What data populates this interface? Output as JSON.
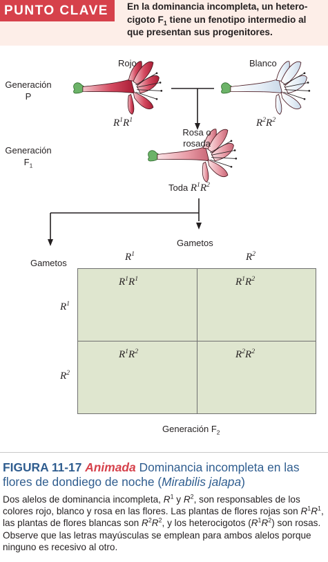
{
  "key_point": {
    "badge": "PUNTO CLAVE",
    "text_a": "En la dominancia incompleta, un hetero-",
    "text_b": "cigoto F",
    "text_b_sub": "1",
    "text_c": " tiene un fenotipo intermedio al",
    "text_d": "que presentan sus progenitores."
  },
  "generation_p": {
    "label": "Generación",
    "sub": "P"
  },
  "generation_f1": {
    "label": "Generación",
    "sub_base": "F",
    "sub_num": "1"
  },
  "parent_red": {
    "color_label": "Rojo",
    "geno_a": "R",
    "sup_a": "1",
    "geno_b": "R",
    "sup_b": "1"
  },
  "parent_white": {
    "color_label": "Blanco",
    "geno_a": "R",
    "sup_a": "2",
    "geno_b": "R",
    "sup_b": "2"
  },
  "f1_plant": {
    "label_line1": "Rosa o",
    "label_line2": "rosada"
  },
  "all_label": {
    "prefix": "Toda ",
    "geno_a": "R",
    "sup_a": "1",
    "geno_b": "R",
    "sup_b": "2"
  },
  "gametes_top": "Gametos",
  "gametes_left": "Gametos",
  "punnett": {
    "col_headers": [
      {
        "g": "R",
        "s": "1"
      },
      {
        "g": "R",
        "s": "2"
      }
    ],
    "row_headers": [
      {
        "g": "R",
        "s": "1"
      },
      {
        "g": "R",
        "s": "2"
      }
    ],
    "cells": [
      {
        "a": "R",
        "as": "1",
        "b": "R",
        "bs": "1"
      },
      {
        "a": "R",
        "as": "1",
        "b": "R",
        "bs": "2"
      },
      {
        "a": "R",
        "as": "1",
        "b": "R",
        "bs": "2"
      },
      {
        "a": "R",
        "as": "2",
        "b": "R",
        "bs": "2"
      }
    ]
  },
  "generation_f2": {
    "label": "Generación F",
    "sub": "2"
  },
  "caption": {
    "figure_label": "FIGURA 11-17",
    "animated": "Animada",
    "title_a": "Dominancia incompleta en las",
    "title_b": "flores de dondiego de noche (",
    "title_species": "Mirabilis jalapa",
    "title_c": ")",
    "body": {
      "p1": "Dos alelos de dominancia incompleta, ",
      "r": "R",
      "s1": "1",
      "s2": "2",
      "and": " y ",
      "p2": ", son responsables de los colores rojo, blanco y rosa en las flores. Las plantas de flores rojas son ",
      "p3": ", las plantas de flores blancas son ",
      "p4": ", y los heterocigotos (",
      "p5": ") son rosas. Observe que las letras mayúsculas se emplean para ambos alelos porque ninguno es recesivo al otro."
    }
  },
  "colors": {
    "badge_red": "#d6414b",
    "banner_bg": "#fdeee8",
    "caption_blue": "#2f5d8f",
    "grid_bg": "#dfe6cf",
    "flower_red": "#c8283f",
    "flower_pink": "#e3909a",
    "flower_white": "#e6eef6",
    "stem_green": "#5a9e58"
  },
  "icons": [
    "red-flower-icon",
    "white-flower-icon",
    "pink-flower-icon",
    "arrow-icon"
  ]
}
